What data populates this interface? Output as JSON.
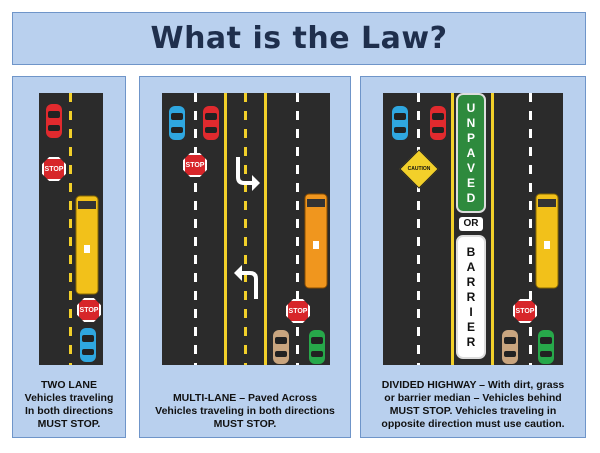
{
  "title": "What is the Law?",
  "panels": [
    {
      "caption": "TWO LANE\nVehicles traveling\nIn both directions\nMUST STOP.",
      "signs": [
        "STOP",
        "STOP"
      ]
    },
    {
      "caption": "MULTI-LANE – Paved Across\nVehicles traveling in both directions\nMUST STOP.",
      "signs": [
        "STOP",
        "STOP"
      ]
    },
    {
      "caption": "DIVIDED HIGHWAY – With dirt, grass\nor barrier median – Vehicles behind\nMUST STOP.  Vehicles traveling in\nopposite direction must use caution.",
      "signs": [
        "CAUTION",
        "STOP"
      ],
      "median_top": "UNPAVED",
      "median_or": "OR",
      "median_bottom": "BARRIER"
    }
  ],
  "colors": {
    "panel_bg": "#b9d0ee",
    "road": "#2b2b2b",
    "bus": "#f2c11a",
    "bus_orange": "#f0961e",
    "car_red": "#e12a2e",
    "car_blue": "#2fa7e0",
    "car_green": "#27a84a",
    "car_tan": "#c9a57f",
    "median_green": "#2e8a3d"
  }
}
